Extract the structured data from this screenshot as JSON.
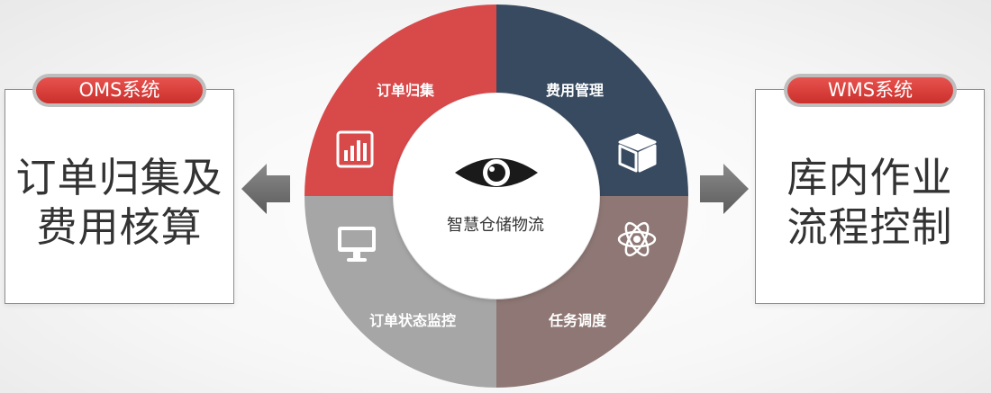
{
  "left_panel": {
    "tag": "OMS系统",
    "text": "订单归集及\n费用核算"
  },
  "right_panel": {
    "tag": "WMS系统",
    "text": "库内作业\n流程控制"
  },
  "wheel": {
    "center_label": "智慧仓储物流",
    "center_icon": "eye-icon",
    "segments": [
      {
        "label": "订单归集",
        "icon": "bar-chart-icon",
        "color": "#d8494a"
      },
      {
        "label": "费用管理",
        "icon": "cube-icon",
        "color": "#384a60"
      },
      {
        "label": "任务调度",
        "icon": "atom-icon",
        "color": "#8e7774"
      },
      {
        "label": "订单状态监控",
        "icon": "monitor-icon",
        "color": "#a6a6a6"
      }
    ]
  }
}
